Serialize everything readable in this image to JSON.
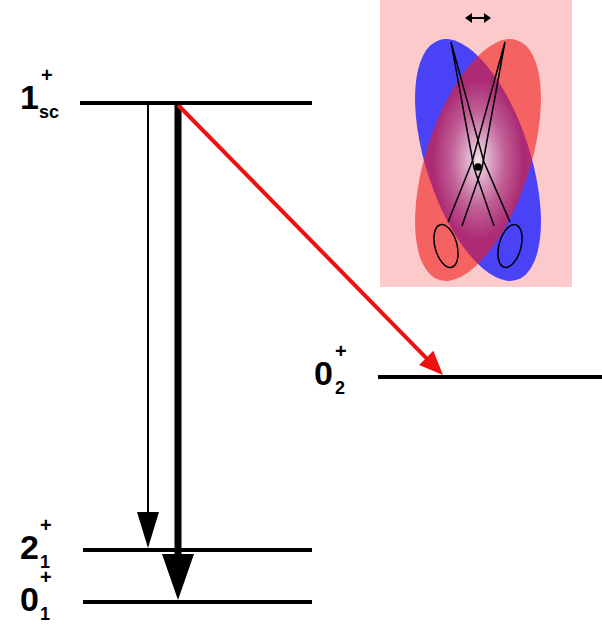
{
  "diagram": {
    "nodes": [
      {
        "text": [
          "1",
          "sc",
          "+"
        ]
      },
      {
        "text": [
          "0",
          "2",
          "+"
        ]
      },
      {
        "text": [
          "2",
          "1",
          "+"
        ]
      },
      {
        "text": [
          "0",
          "1",
          "+"
        ]
      }
    ],
    "edges": [
      {
        "from": 0,
        "to": 2,
        "arrow": "to"
      },
      {
        "from": 0,
        "to": 3,
        "arrow": "to"
      },
      {
        "from": 0,
        "to": 1,
        "arrow": "to"
      }
    ]
  }
}
